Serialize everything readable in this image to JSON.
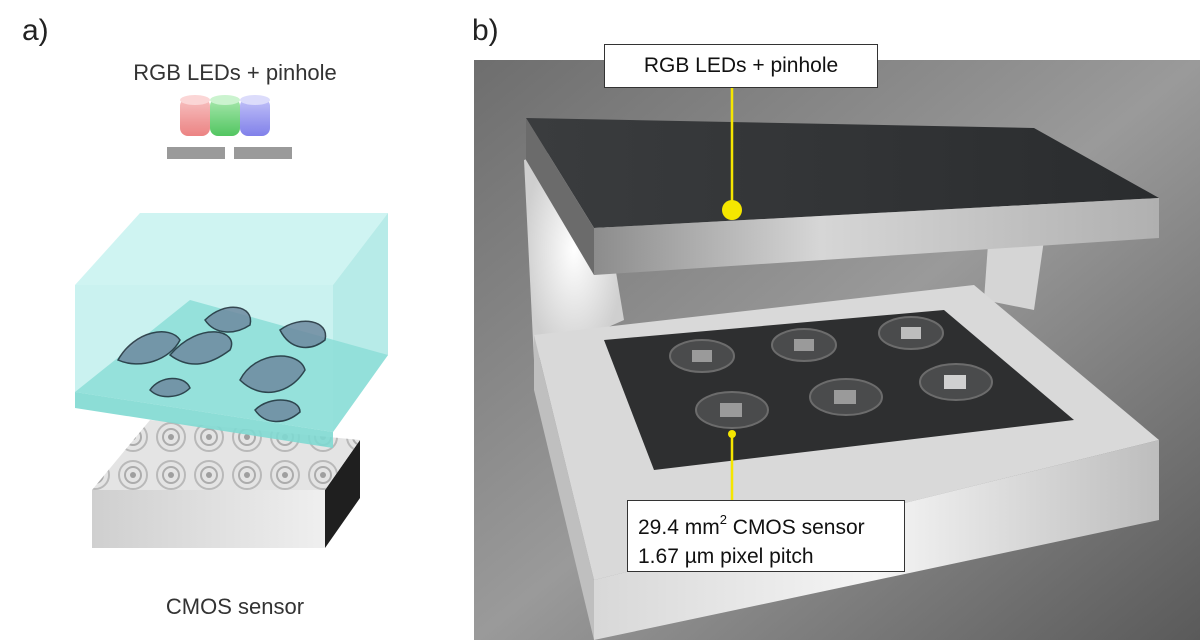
{
  "panel_a": {
    "letter": "a)",
    "top_label": "RGB LEDs + pinhole",
    "bottom_label": "CMOS sensor",
    "led_colors": [
      "#f28a8a",
      "#5fcf6a",
      "#8a8af0"
    ],
    "chamber_color": "#a8ece8",
    "sensor_color": "#d8d8d8"
  },
  "panel_b": {
    "letter": "b)",
    "callout_top": "RGB LEDs + pinhole",
    "callout_bottom_line1_prefix": "29.4 mm",
    "callout_bottom_line1_sup": "2",
    "callout_bottom_line1_suffix": " CMOS sensor",
    "callout_bottom_line2": "1.67 µm pixel pitch",
    "marker_color": "#f5e600"
  }
}
